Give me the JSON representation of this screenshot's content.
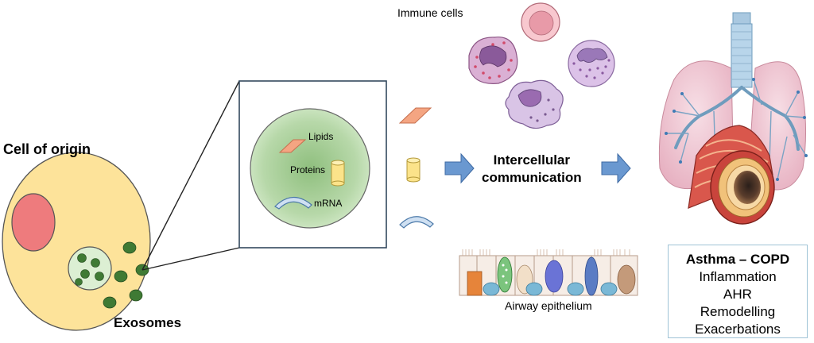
{
  "labels": {
    "cell_of_origin": "Cell of origin",
    "exosomes": "Exosomes",
    "immune_cells": "Immune cells",
    "communication_line1": "Intercellular",
    "communication_line2": "communication",
    "airway_epithelium": "Airway epithelium",
    "lipids": "Lipids",
    "proteins": "Proteins",
    "mrna": "mRNA"
  },
  "disease_box": {
    "title": "Asthma – COPD",
    "items": [
      "Inflammation",
      "AHR",
      "Remodelling",
      "Exacerbations"
    ]
  },
  "colors": {
    "cell_fill": "#fde39a",
    "nucleus": "#ee7b7d",
    "exosome": "#3f7a34",
    "vesicle_fill": "#c9e2c0",
    "lipid": "#f4a582",
    "protein": "#fbe38a",
    "mrna": "#cfe0f2",
    "arrow": "#6a98d0",
    "lung": "#eec6d0",
    "airway_tube": "#c9443c"
  }
}
